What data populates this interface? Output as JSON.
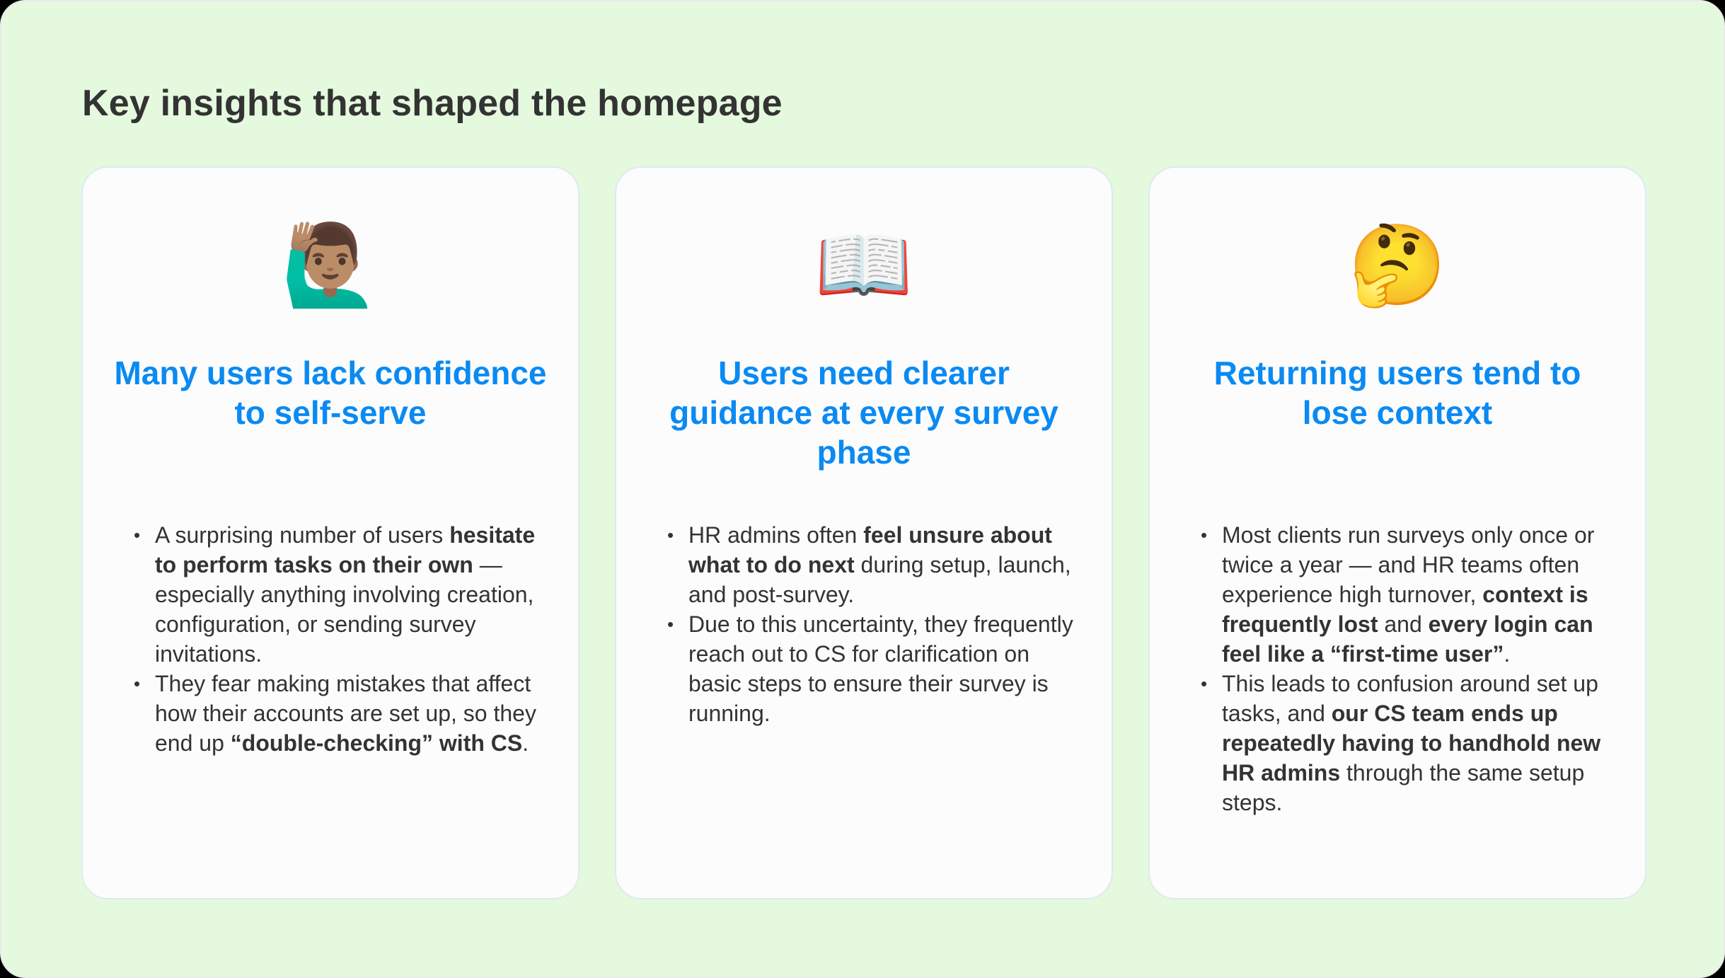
{
  "page": {
    "title": "Key insights that shaped the homepage",
    "colors": {
      "background": "#E5F9DF",
      "card_background": "#FCFCFD",
      "card_border": "#DCEBEE",
      "heading_accent": "#0A8AF2",
      "text": "#333333"
    }
  },
  "cards": [
    {
      "emoji": "🙋🏽‍♂️",
      "emoji_name": "person-raising-hand-icon",
      "heading": "Many users lack confidence to self-serve",
      "bullets": [
        [
          {
            "text": "A surprising number of users ",
            "bold": false
          },
          {
            "text": "hesitate to perform tasks on their own",
            "bold": true
          },
          {
            "text": " — especially anything involving creation, configuration, or sending survey invitations.",
            "bold": false
          }
        ],
        [
          {
            "text": "They fear making mistakes that affect how their accounts are set up, so they end up ",
            "bold": false
          },
          {
            "text": "“double-checking” with CS",
            "bold": true
          },
          {
            "text": ".",
            "bold": false
          }
        ]
      ]
    },
    {
      "emoji": "📖",
      "emoji_name": "open-book-icon",
      "heading": "Users need clearer guidance at every survey phase",
      "bullets": [
        [
          {
            "text": "HR admins often ",
            "bold": false
          },
          {
            "text": "feel unsure about what to do next",
            "bold": true
          },
          {
            "text": " during setup, launch, and post-survey.",
            "bold": false
          }
        ],
        [
          {
            "text": "Due to this uncertainty, they frequently reach out to CS for clarification on basic steps to ensure their survey is running.",
            "bold": false
          }
        ]
      ]
    },
    {
      "emoji": "🤔",
      "emoji_name": "thinking-face-icon",
      "heading": "Returning users tend to lose context",
      "bullets": [
        [
          {
            "text": "Most clients run surveys only once or twice a year — and HR teams often experience high turnover, ",
            "bold": false
          },
          {
            "text": "context is frequently lost",
            "bold": true
          },
          {
            "text": " and ",
            "bold": false
          },
          {
            "text": "every login can feel like a “first-time user”",
            "bold": true
          },
          {
            "text": ".",
            "bold": false
          }
        ],
        [
          {
            "text": "This leads to confusion around set up tasks, and ",
            "bold": false
          },
          {
            "text": "our CS team ends up repeatedly having to handhold new HR admins",
            "bold": true
          },
          {
            "text": " through the same setup steps.",
            "bold": false
          }
        ]
      ]
    }
  ]
}
